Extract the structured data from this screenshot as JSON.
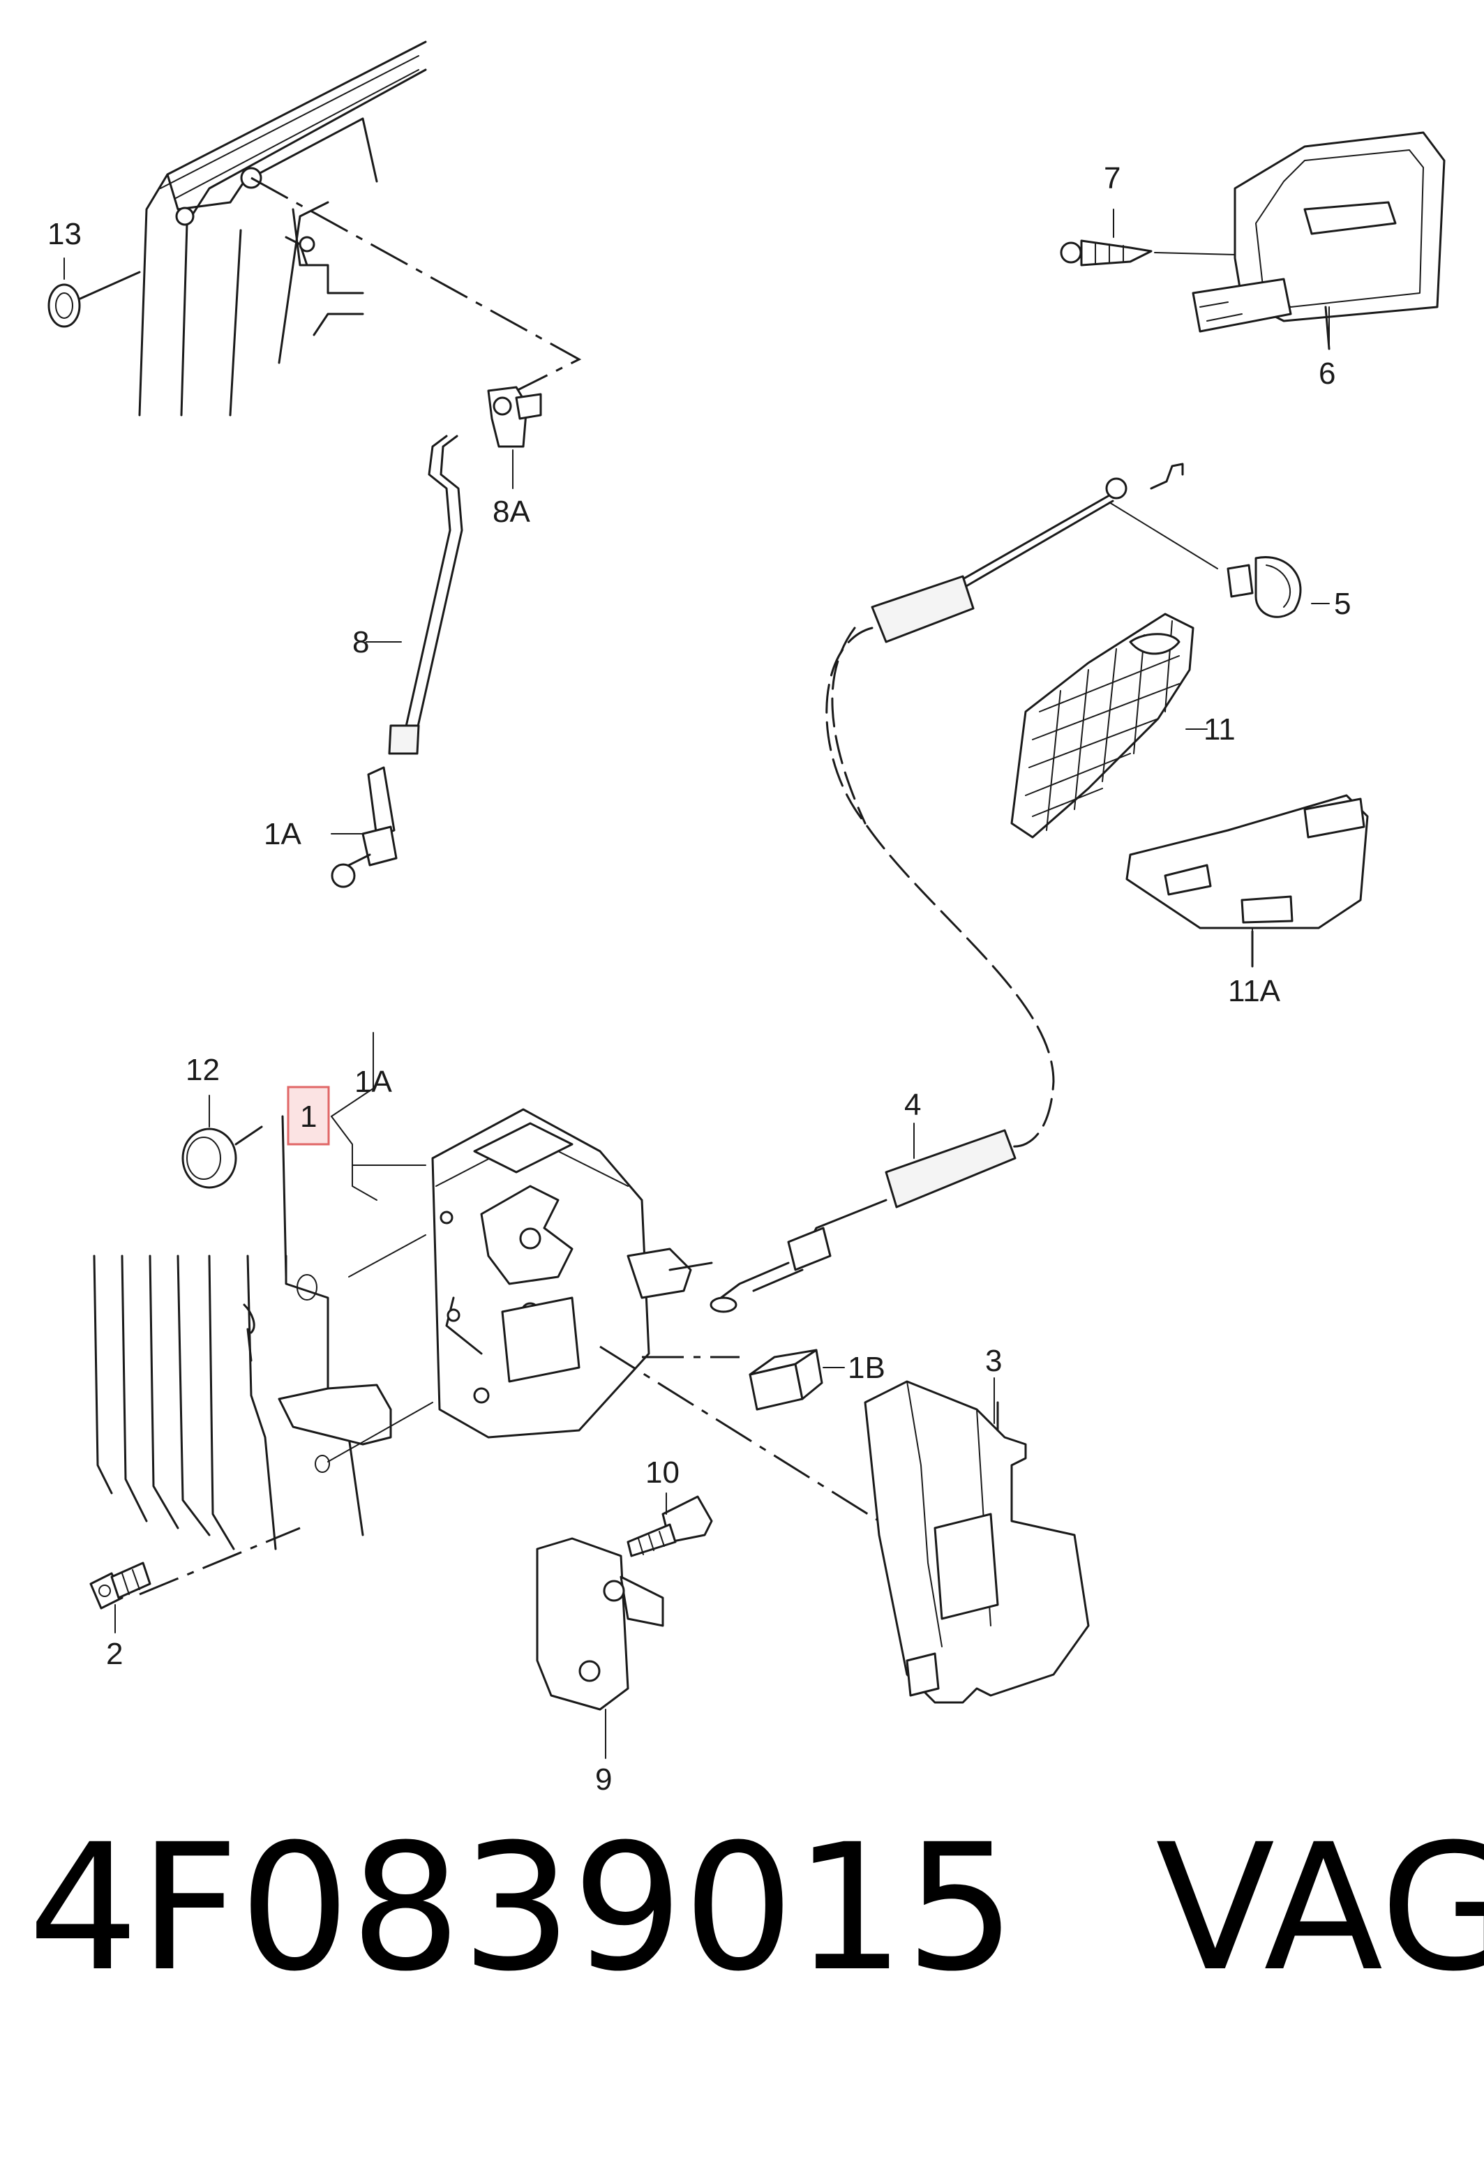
{
  "diagram": {
    "callouts": {
      "c1": "1",
      "c1a_top": "1A",
      "c1a_mid": "1A",
      "c1b": "1B",
      "c2": "2",
      "c3": "3",
      "c4": "4",
      "c5": "5",
      "c6": "6",
      "c7": "7",
      "c8": "8",
      "c8a": "8A",
      "c9": "9",
      "c10": "10",
      "c11": "11",
      "c11a": "11A",
      "c12": "12",
      "c13": "13"
    },
    "highlight_color": "#e06666",
    "highlight_fill": "#fbe3e3"
  },
  "footer": {
    "part_number": "4F0839015",
    "brand": "VAG"
  }
}
